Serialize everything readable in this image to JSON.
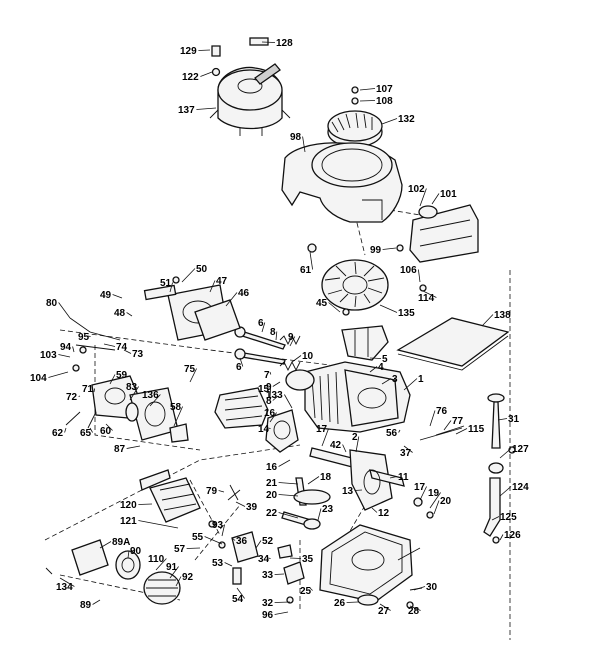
{
  "diagram": {
    "callouts": [
      {
        "id": "c129",
        "text": "129"
      },
      {
        "id": "c128",
        "text": "128"
      },
      {
        "id": "c122",
        "text": "122"
      },
      {
        "id": "c137",
        "text": "137"
      },
      {
        "id": "c107",
        "text": "107"
      },
      {
        "id": "c108",
        "text": "108"
      },
      {
        "id": "c132",
        "text": "132"
      },
      {
        "id": "c98",
        "text": "98"
      },
      {
        "id": "c102",
        "text": "102"
      },
      {
        "id": "c101",
        "text": "101"
      },
      {
        "id": "c99",
        "text": "99"
      },
      {
        "id": "c61",
        "text": "61"
      },
      {
        "id": "c106",
        "text": "106"
      },
      {
        "id": "c114",
        "text": "114"
      },
      {
        "id": "c50",
        "text": "50"
      },
      {
        "id": "c51",
        "text": "51"
      },
      {
        "id": "c47",
        "text": "47"
      },
      {
        "id": "c46",
        "text": "46"
      },
      {
        "id": "c49",
        "text": "49"
      },
      {
        "id": "c48",
        "text": "48"
      },
      {
        "id": "c80",
        "text": "80"
      },
      {
        "id": "c95",
        "text": "95"
      },
      {
        "id": "c94",
        "text": "94"
      },
      {
        "id": "c74",
        "text": "74"
      },
      {
        "id": "c73",
        "text": "73"
      },
      {
        "id": "c103",
        "text": "103"
      },
      {
        "id": "c104",
        "text": "104"
      },
      {
        "id": "c71",
        "text": "71"
      },
      {
        "id": "c72",
        "text": "72"
      },
      {
        "id": "c59",
        "text": "59"
      },
      {
        "id": "c75",
        "text": "75"
      },
      {
        "id": "c83",
        "text": "83"
      },
      {
        "id": "c135",
        "text": "135"
      },
      {
        "id": "c136",
        "text": "136"
      },
      {
        "id": "c45",
        "text": "45"
      },
      {
        "id": "c138",
        "text": "138"
      },
      {
        "id": "c6a",
        "text": "6"
      },
      {
        "id": "c8a",
        "text": "8"
      },
      {
        "id": "c9a",
        "text": "9"
      },
      {
        "id": "c10",
        "text": "10"
      },
      {
        "id": "c6b",
        "text": "6"
      },
      {
        "id": "c7",
        "text": "7"
      },
      {
        "id": "c9b",
        "text": "9"
      },
      {
        "id": "c8b",
        "text": "8"
      },
      {
        "id": "c5",
        "text": "5"
      },
      {
        "id": "c4",
        "text": "4"
      },
      {
        "id": "c3",
        "text": "3"
      },
      {
        "id": "c1",
        "text": "1"
      },
      {
        "id": "c60",
        "text": "60"
      },
      {
        "id": "c62",
        "text": "62"
      },
      {
        "id": "c65",
        "text": "65"
      },
      {
        "id": "c58",
        "text": "58"
      },
      {
        "id": "c87",
        "text": "87"
      },
      {
        "id": "c15",
        "text": "15"
      },
      {
        "id": "c133",
        "text": "133"
      },
      {
        "id": "c16a",
        "text": "16"
      },
      {
        "id": "c14",
        "text": "14"
      },
      {
        "id": "c76",
        "text": "76"
      },
      {
        "id": "c77",
        "text": "77"
      },
      {
        "id": "c31",
        "text": "31"
      },
      {
        "id": "c115",
        "text": "115"
      },
      {
        "id": "c56",
        "text": "56"
      },
      {
        "id": "c37",
        "text": "37"
      },
      {
        "id": "c17a",
        "text": "17"
      },
      {
        "id": "c42",
        "text": "42"
      },
      {
        "id": "c2",
        "text": "2"
      },
      {
        "id": "c127",
        "text": "127"
      },
      {
        "id": "c16b",
        "text": "16"
      },
      {
        "id": "c18",
        "text": "18"
      },
      {
        "id": "c11",
        "text": "11"
      },
      {
        "id": "c124",
        "text": "124"
      },
      {
        "id": "c21",
        "text": "21"
      },
      {
        "id": "c20a",
        "text": "20"
      },
      {
        "id": "c13",
        "text": "13"
      },
      {
        "id": "c17b",
        "text": "17"
      },
      {
        "id": "c19",
        "text": "19"
      },
      {
        "id": "c20b",
        "text": "20"
      },
      {
        "id": "c79",
        "text": "79"
      },
      {
        "id": "c22",
        "text": "22"
      },
      {
        "id": "c120",
        "text": "120"
      },
      {
        "id": "c39",
        "text": "39"
      },
      {
        "id": "c12",
        "text": "12"
      },
      {
        "id": "c125",
        "text": "125"
      },
      {
        "id": "c23",
        "text": "23"
      },
      {
        "id": "c121",
        "text": "121"
      },
      {
        "id": "c93",
        "text": "93"
      },
      {
        "id": "c36",
        "text": "36"
      },
      {
        "id": "c126",
        "text": "126"
      },
      {
        "id": "c89A",
        "text": "89A"
      },
      {
        "id": "c57",
        "text": "57"
      },
      {
        "id": "c55",
        "text": "55"
      },
      {
        "id": "c90",
        "text": "90"
      },
      {
        "id": "c52",
        "text": "52"
      },
      {
        "id": "c34",
        "text": "34"
      },
      {
        "id": "c35",
        "text": "35"
      },
      {
        "id": "c110",
        "text": "110"
      },
      {
        "id": "c53",
        "text": "53"
      },
      {
        "id": "c33",
        "text": "33"
      },
      {
        "id": "c91",
        "text": "91"
      },
      {
        "id": "c92",
        "text": "92"
      },
      {
        "id": "c134",
        "text": "134"
      },
      {
        "id": "c25",
        "text": "25"
      },
      {
        "id": "c30",
        "text": "30"
      },
      {
        "id": "c54",
        "text": "54"
      },
      {
        "id": "c89",
        "text": "89"
      },
      {
        "id": "c32",
        "text": "32"
      },
      {
        "id": "c26",
        "text": "26"
      },
      {
        "id": "c27",
        "text": "27"
      },
      {
        "id": "c28",
        "text": "28"
      },
      {
        "id": "c96",
        "text": "96"
      }
    ]
  }
}
